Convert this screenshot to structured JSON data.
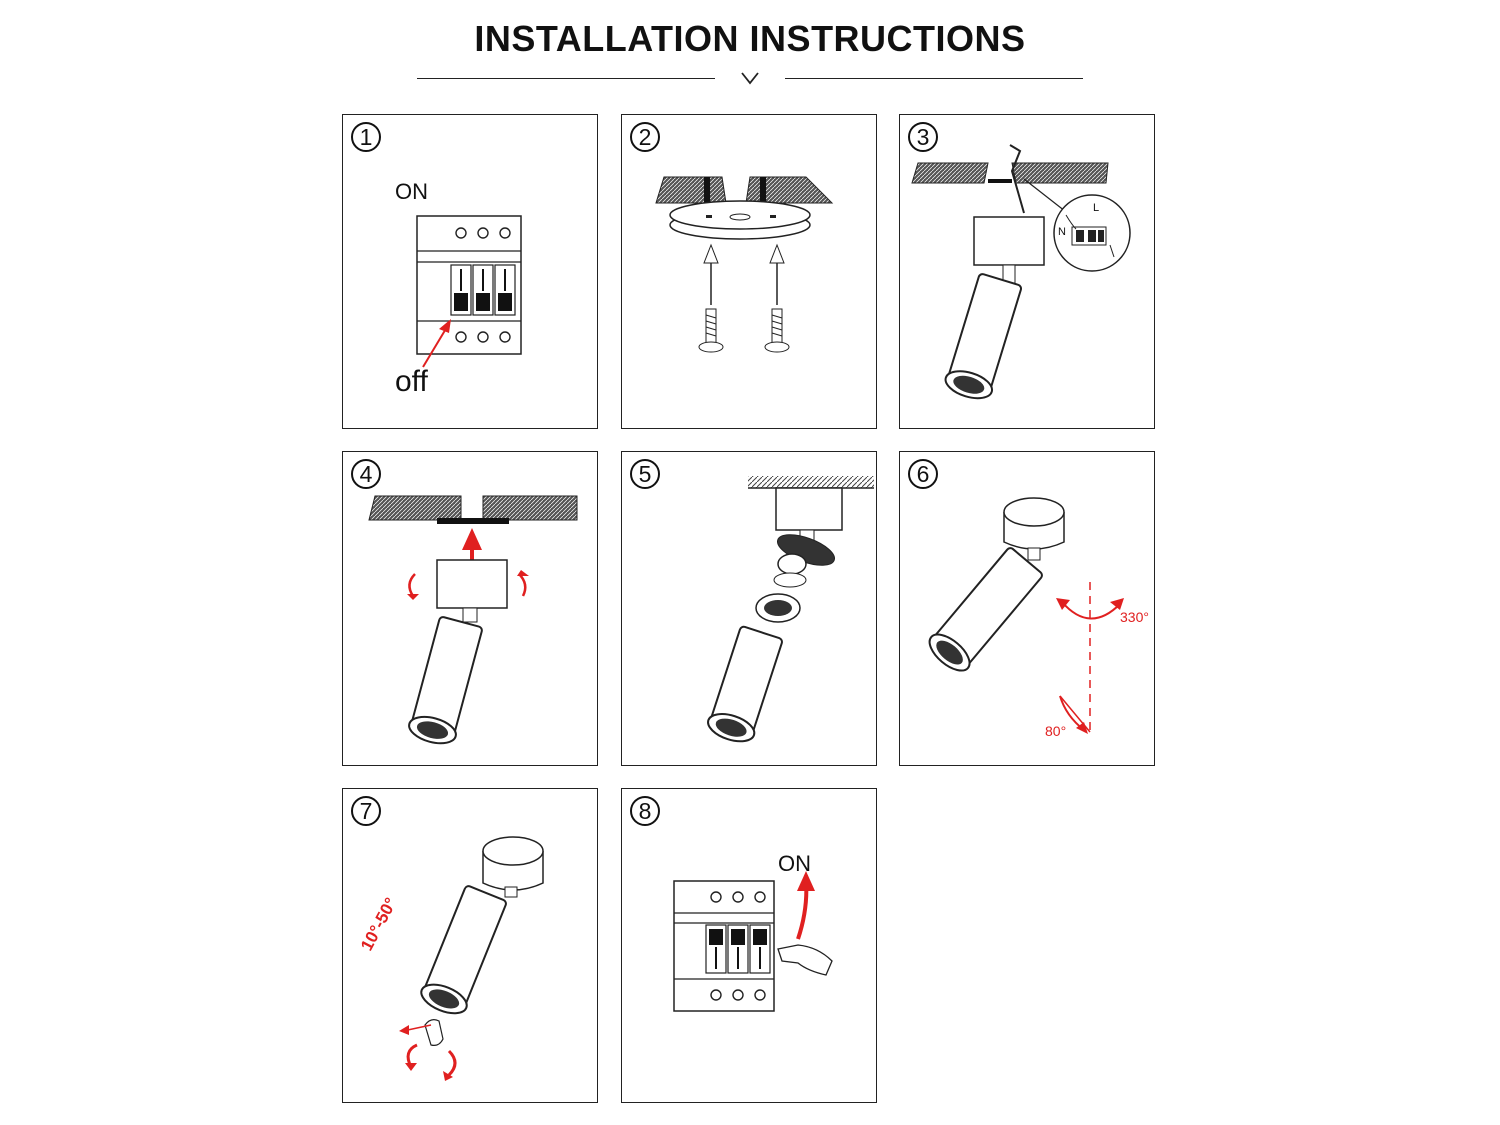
{
  "title": "INSTALLATION INSTRUCTIONS",
  "colors": {
    "accent": "#e02020",
    "ink": "#111111"
  },
  "steps": [
    {
      "number": "1",
      "labels": {
        "top": "ON",
        "bottom": "off"
      }
    },
    {
      "number": "2"
    },
    {
      "number": "3",
      "labels": {
        "live": "L",
        "neutral": "N"
      }
    },
    {
      "number": "4"
    },
    {
      "number": "5"
    },
    {
      "number": "6",
      "labels": {
        "rotation": "330°",
        "tilt": "80°"
      }
    },
    {
      "number": "7",
      "labels": {
        "beam": "10°-50°"
      }
    },
    {
      "number": "8",
      "labels": {
        "switch": "ON"
      }
    }
  ]
}
